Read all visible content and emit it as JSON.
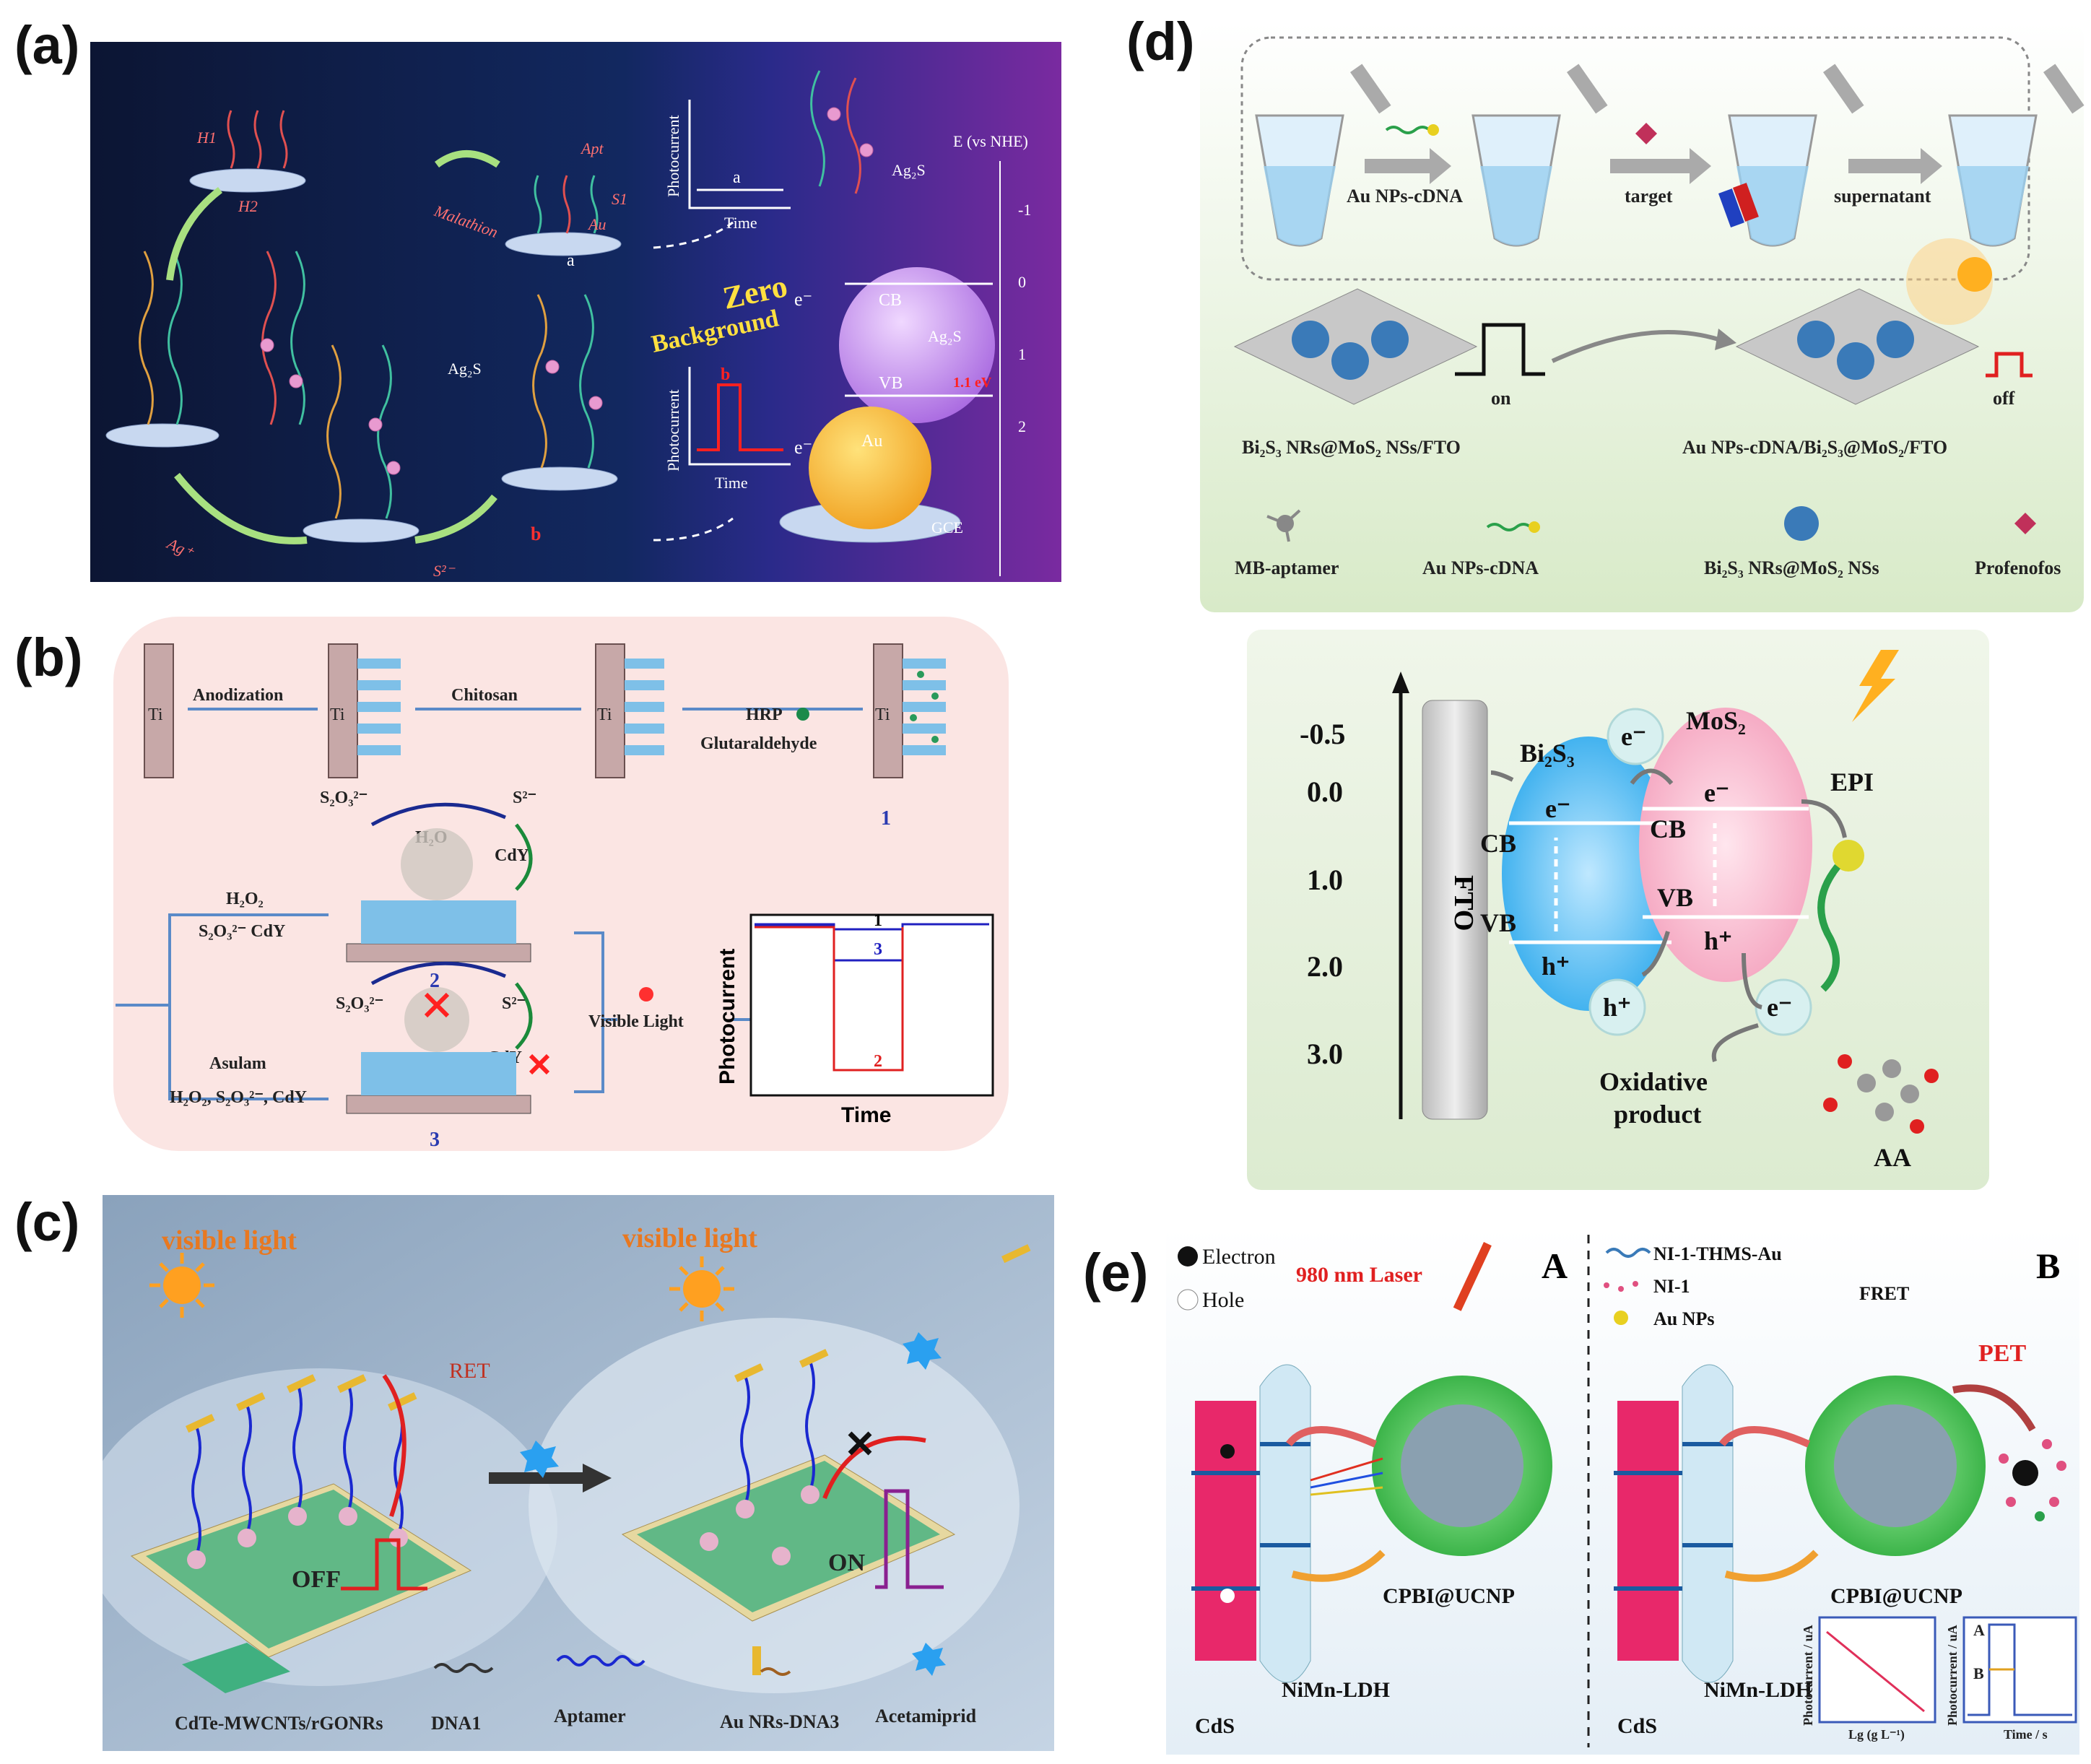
{
  "panels": {
    "a": {
      "label": "(a)",
      "h1": "H1",
      "h2": "H2",
      "apt": "Apt",
      "s1": "S1",
      "au": "Au",
      "malathion": "Malathion",
      "ag_plus": "Ag⁺",
      "s2_minus": "S²⁻",
      "ag2s": "Ag₂S",
      "mark_a": "a",
      "mark_b": "b",
      "photocurrent": "Photocurrent",
      "time": "Time",
      "zero": "Zero",
      "background": "Background",
      "e_axis": "E (vs NHE)",
      "e_ticks": [
        "-1",
        "0",
        "1",
        "2"
      ],
      "cb": "CB",
      "vb": "VB",
      "gap": "1.1 eV",
      "gce": "GCE",
      "electron": "e⁻"
    },
    "b": {
      "label": "(b)",
      "ti": "Ti",
      "anodization": "Anodization",
      "chitosan": "Chitosan",
      "hrp": "HRP",
      "glutaraldehyde": "Glutaraldehyde",
      "num1": "1",
      "num2": "2",
      "num3": "3",
      "s2o3": "S₂O₃²⁻",
      "s2": "S²⁻",
      "h2o": "H₂O",
      "cdy": "CdY",
      "h2o2": "H₂O₂",
      "cond1": "S₂O₃²⁻ CdY",
      "asulam": "Asulam",
      "cond2": "H₂O₂, S₂O₃²⁻, CdY",
      "visible_light": "Visible Light",
      "photocurrent": "Photocurrent",
      "time": "Time"
    },
    "c": {
      "label": "(c)",
      "visible_light_1": "visible light",
      "visible_light_2": "visible light",
      "ret": "RET",
      "off": "OFF",
      "on": "ON",
      "legend": [
        "CdTe-MWCNTs/rGONRs",
        "DNA1",
        "Aptamer",
        "Au NRs-DNA3",
        "Acetamiprid"
      ]
    },
    "d": {
      "label": "(d)",
      "step1": "Au NPs-cDNA",
      "step2": "target",
      "step3": "supernatant",
      "on": "on",
      "off": "off",
      "electrode1": "Bi₂S₃ NRs@MoS₂ NSs/FTO",
      "electrode2": "Au NPs-cDNA/Bi₂S₃@MoS₂/FTO",
      "legend": [
        "MB-aptamer",
        "Au NPs-cDNA",
        "Bi₂S₃ NRs@MoS₂ NSs",
        "Profenofos"
      ],
      "y_ticks": [
        "-0.5",
        "0.0",
        "1.0",
        "2.0",
        "3.0"
      ],
      "fto": "FTO",
      "bi2s3": "Bi₂S₃",
      "mos2": "MoS₂",
      "cb": "CB",
      "vb": "VB",
      "e": "e⁻",
      "h": "h⁺",
      "epi": "EPI",
      "oxidative": "Oxidative",
      "product": "product",
      "aa": "AA"
    },
    "e": {
      "label": "(e)",
      "electron": "Electron",
      "hole": "Hole",
      "laser": "980 nm Laser",
      "A": "A",
      "B": "B",
      "ni_thms": "NI-1-THMS-Au",
      "ni1": "NI-1",
      "aunps": "Au NPs",
      "fret": "FRET",
      "pet": "PET",
      "cpbi": "CPBI@UCNP",
      "nimn": "NiMn-LDH",
      "cds": "CdS",
      "inset1_y": "Photocurrent / uA",
      "inset1_x": "Lg (g L⁻¹)",
      "inset2_y": "Photocurrent / uA",
      "inset2_x": "Time / s",
      "inset2_a": "A",
      "inset2_b": "B"
    }
  },
  "colors": {
    "a_bg_left": "#101a3c",
    "a_bg_right": "#6a2a8e",
    "d_bg": "#e8f2de",
    "c_bg": "#a9bfd6",
    "b_bg": "#fbe5e3"
  }
}
